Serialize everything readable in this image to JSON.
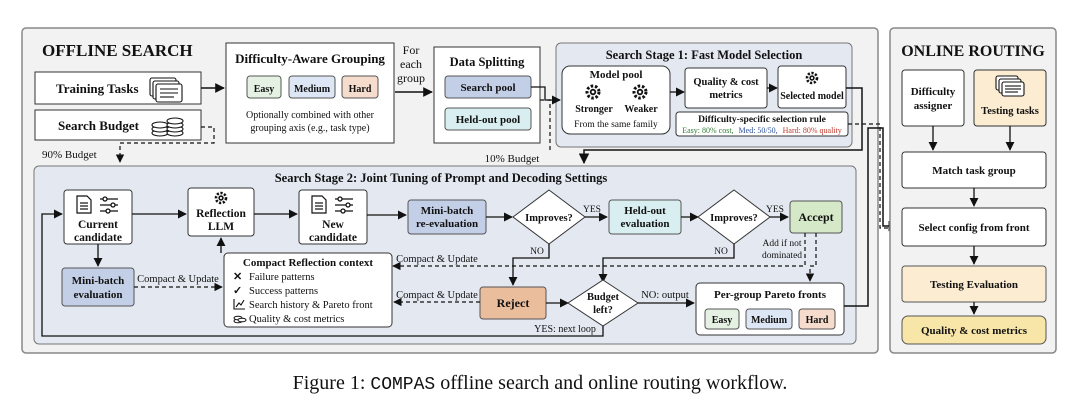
{
  "colors": {
    "panel_bg": "#f2f2f2",
    "stage_bg": "#e3e8f1",
    "blue_box": "#c3cfe6",
    "cyan_box": "#d9eef0",
    "green_box": "#d5e8c7",
    "red_box": "#eabd9c",
    "orange_light": "#fcecd2",
    "yellow_box": "#f8e6a8",
    "easy_fill": "#e5f2e3",
    "medium_fill": "#dde6f4",
    "hard_fill": "#f6dccc"
  },
  "offline": {
    "title": "OFFLINE SEARCH",
    "training_tasks": "Training Tasks",
    "search_budget": "Search Budget",
    "budget_90": "90% Budget",
    "budget_10": "10% Budget",
    "grouping": {
      "title": "Difficulty-Aware Grouping",
      "easy": "Easy",
      "medium": "Medium",
      "hard": "Hard",
      "note_line1": "Optionally combined with other",
      "note_line2": "grouping axis (e.g., task type)"
    },
    "for_each_group": [
      "For",
      "each",
      "group"
    ],
    "splitting": {
      "title": "Data Splitting",
      "search_pool": "Search pool",
      "heldout_pool": "Held-out pool"
    },
    "stage1": {
      "title": "Search Stage 1: Fast Model Selection",
      "model_pool": "Model pool",
      "stronger": "Stronger",
      "weaker": "Weaker",
      "same_family": "From the same family",
      "quality_metrics": [
        "Quality & cost",
        "metrics"
      ],
      "selected_model": "Selected model",
      "rule_title": "Difficulty-specific selection rule",
      "rule_easy": "Easy: 80% cost,",
      "rule_med": "Med: 50/50,",
      "rule_hard": "Hard: 80% quality"
    },
    "stage2": {
      "title": "Search Stage 2: Joint Tuning of Prompt and Decoding Settings",
      "current_candidate": [
        "Current",
        "candidate"
      ],
      "reflection_llm": [
        "Reflection",
        "LLM"
      ],
      "new_candidate": [
        "New",
        "candidate"
      ],
      "minibatch_reeval": [
        "Mini-batch",
        "re-evaluation"
      ],
      "improves": "Improves?",
      "yes": "YES",
      "no": "NO",
      "heldout_eval": [
        "Held-out",
        "evaluation"
      ],
      "accept": "Accept",
      "add_if_not_dominated": [
        "Add if not",
        "dominated"
      ],
      "minibatch_eval": [
        "Mini-batch",
        "evaluation"
      ],
      "compact_update": "Compact & Update",
      "context_title": "Compact Reflection context",
      "context_items": [
        "Failure patterns",
        "Success patterns",
        "Search history & Pareto front",
        "Quality & cost metrics"
      ],
      "reject": "Reject",
      "budget_left": [
        "Budget",
        "left?"
      ],
      "no_output": "NO: output",
      "yes_next_loop": "YES: next loop",
      "pareto_title": "Per-group Pareto fronts",
      "pareto_easy": "Easy",
      "pareto_medium": "Medium",
      "pareto_hard": "Hard"
    }
  },
  "online": {
    "title": "ONLINE ROUTING",
    "difficulty_assigner": [
      "Difficulty",
      "assigner"
    ],
    "testing_tasks": "Testing tasks",
    "match_group": "Match task group",
    "select_config": "Select config from front",
    "testing_eval": "Testing Evaluation",
    "quality_cost": "Quality & cost metrics"
  },
  "caption": {
    "prefix": "Figure 1: ",
    "name": "COMPAS",
    "suffix": " offline search and online routing workflow."
  }
}
